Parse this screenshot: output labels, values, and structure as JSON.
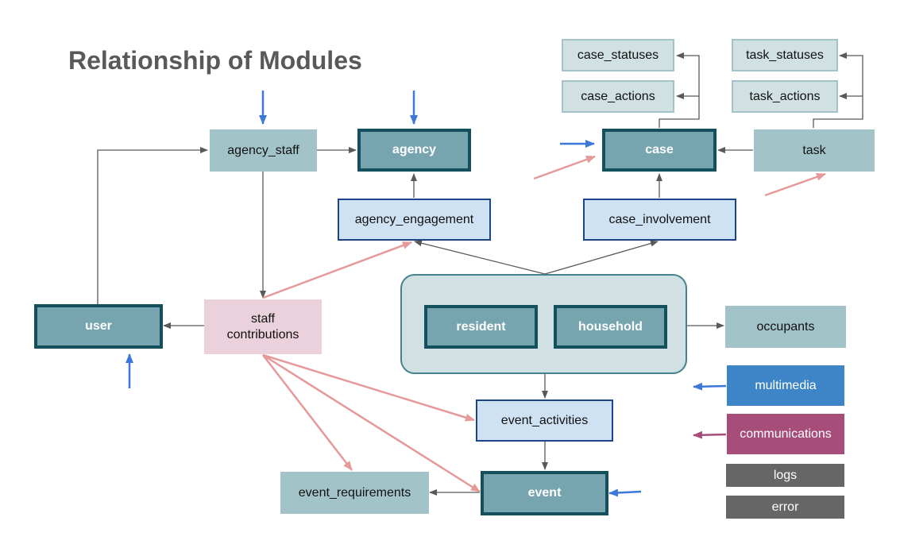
{
  "title": "Relationship of Modules",
  "nodes": {
    "case_statuses": "case_statuses",
    "case_actions": "case_actions",
    "task_statuses": "task_statuses",
    "task_actions": "task_actions",
    "agency_staff": "agency_staff",
    "agency": "agency",
    "case": "case",
    "task": "task",
    "agency_engagement": "agency_engagement",
    "case_involvement": "case_involvement",
    "user": "user",
    "staff_contributions": "staff\ncontributions",
    "resident": "resident",
    "household": "household",
    "occupants": "occupants",
    "event_activities": "event_activities",
    "event_requirements": "event_requirements",
    "event": "event"
  },
  "legend": {
    "multimedia": "multimedia",
    "communications": "communications",
    "logs": "logs",
    "error": "error"
  },
  "colors": {
    "core_fill": "#76a5af",
    "core_border": "#134f5c",
    "plain_fill": "#a2c4c9",
    "blue_fill": "#cfe2f3",
    "blue_border": "#1c4587",
    "pink_fill": "#ead1dc",
    "arrow_gray": "#595959",
    "arrow_blue": "#3c78d8",
    "arrow_pink": "#e69999",
    "arrow_purple": "#a64d79",
    "multimedia": "#3d85c6",
    "communications": "#a64d79",
    "logs": "#666666",
    "error": "#666666"
  }
}
